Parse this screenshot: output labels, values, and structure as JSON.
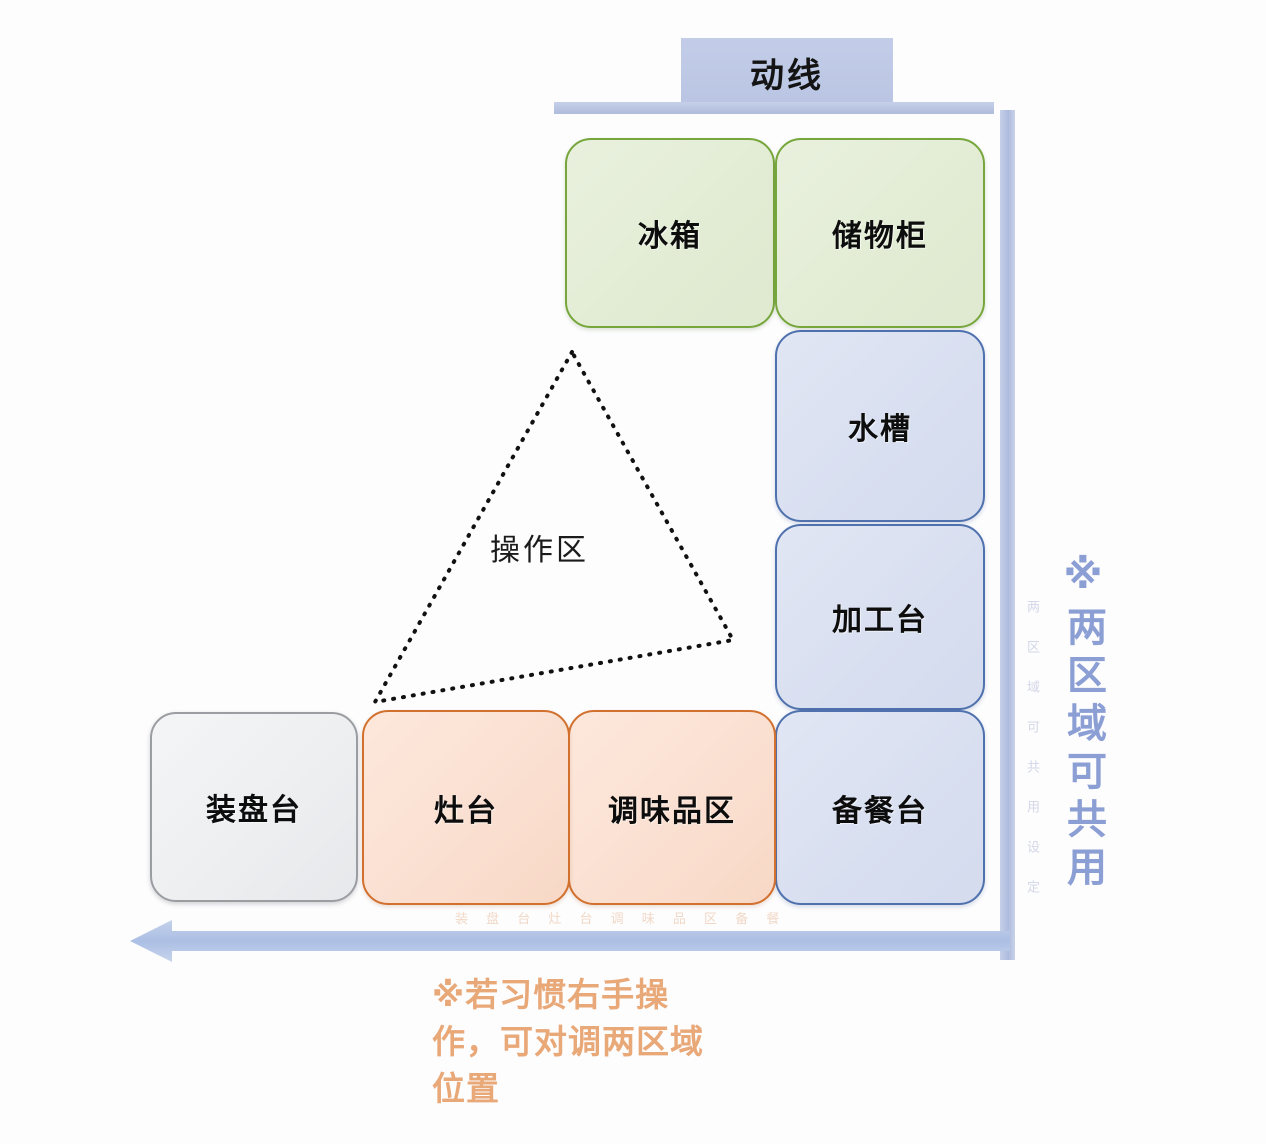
{
  "header": {
    "title": "动线"
  },
  "zones": [
    {
      "id": "fridge",
      "label": "冰箱",
      "group": "storage",
      "color": "#76a63c",
      "fill": "#e5eed9"
    },
    {
      "id": "cabinet",
      "label": "储物柜",
      "group": "storage",
      "color": "#76a63c",
      "fill": "#e5eed9"
    },
    {
      "id": "sink",
      "label": "水槽",
      "group": "washing",
      "color": "#4f71ad",
      "fill": "#dce2f0"
    },
    {
      "id": "prep",
      "label": "加工台",
      "group": "washing",
      "color": "#4f71ad",
      "fill": "#dce2f0"
    },
    {
      "id": "serving",
      "label": "备餐台",
      "group": "washing",
      "color": "#4f71ad",
      "fill": "#dce2f0"
    },
    {
      "id": "seasoning",
      "label": "调味品区",
      "group": "cooking",
      "color": "#d2702e",
      "fill": "#fbe0d3"
    },
    {
      "id": "stove",
      "label": "灶台",
      "group": "cooking",
      "color": "#d2702e",
      "fill": "#fbe0d3"
    },
    {
      "id": "plating",
      "label": "装盘台",
      "group": "plating",
      "color": "#9a9da1",
      "fill": "#eff1f3"
    }
  ],
  "work_triangle": {
    "label": "操作区",
    "style": "dotted",
    "color": "#111111"
  },
  "notes": {
    "side_vertical": "※两区域可共用",
    "bottom": "※若习惯右手操作，可对调两区域位置",
    "bottom_color": "#e9a878",
    "side_color": "#8c9fd4"
  },
  "flow_arrow": {
    "direction": "left",
    "color": "#adc0e4"
  },
  "walls": {
    "top_bar_color": "#b9c5e3",
    "right_bar_color": "#b9c5e3"
  },
  "watermark": {
    "horizontal": "装 盘 台 灶 台 调 味 品 区 备 餐",
    "vertical": "两 区 域 可 共 用 设 定"
  }
}
